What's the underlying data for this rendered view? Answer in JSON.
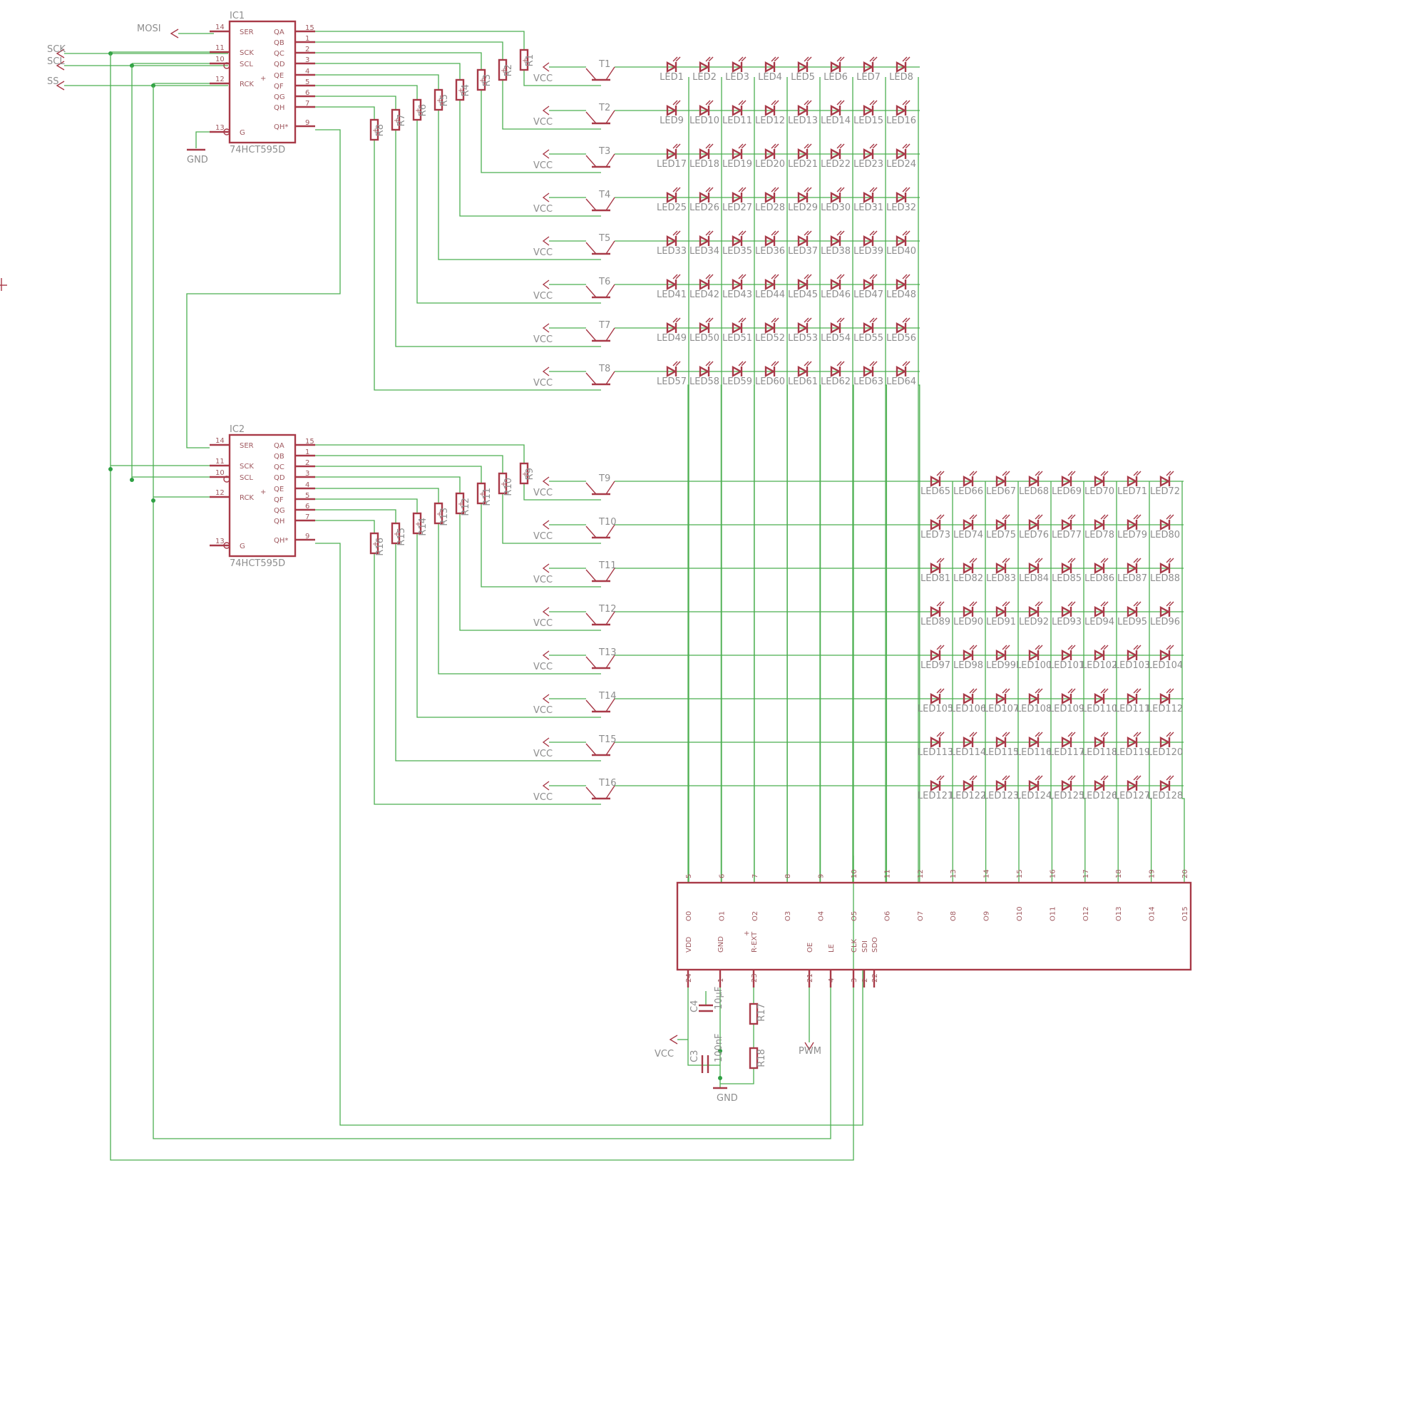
{
  "nets": {
    "mosi": "MOSI",
    "sck": "SCK",
    "scl": "SCL",
    "ss": "SS",
    "vcc": "VCC",
    "gnd": "GND",
    "pwm": "PWM"
  },
  "ic1": {
    "name": "IC1",
    "part": "74HCT595D"
  },
  "ic2": {
    "name": "IC2",
    "part": "74HCT595D"
  },
  "shift_register_pins": {
    "left": [
      {
        "num": "14",
        "name": "SER"
      },
      {
        "num": "11",
        "name": "SCK"
      },
      {
        "num": "10",
        "name": "SCL"
      },
      {
        "num": "12",
        "name": "RCK"
      },
      {
        "num": "13",
        "name": "G"
      }
    ],
    "right": [
      {
        "num": "15",
        "name": "QA"
      },
      {
        "num": "1",
        "name": "QB"
      },
      {
        "num": "2",
        "name": "QC"
      },
      {
        "num": "3",
        "name": "QD"
      },
      {
        "num": "4",
        "name": "QE"
      },
      {
        "num": "5",
        "name": "QF"
      },
      {
        "num": "6",
        "name": "QG"
      },
      {
        "num": "7",
        "name": "QH"
      },
      {
        "num": "9",
        "name": "QH*"
      }
    ]
  },
  "resistors_top": [
    "R1",
    "R2",
    "R3",
    "R4",
    "R5",
    "R6",
    "R7",
    "R8"
  ],
  "resistors_bottom": [
    "R9",
    "R10",
    "R11",
    "R12",
    "R13",
    "R14",
    "R15",
    "R16"
  ],
  "transistors_top": [
    "T1",
    "T2",
    "T3",
    "T4",
    "T5",
    "T6",
    "T7",
    "T8"
  ],
  "transistors_bottom": [
    "T9",
    "T10",
    "T11",
    "T12",
    "T13",
    "T14",
    "T15",
    "T16"
  ],
  "led_labels_top": [
    [
      "LED1",
      "LED2",
      "LED3",
      "LED4",
      "LED5",
      "LED6",
      "LED7",
      "LED8"
    ],
    [
      "LED9",
      "LED10",
      "LED11",
      "LED12",
      "LED13",
      "LED14",
      "LED15",
      "LED16"
    ],
    [
      "LED17",
      "LED18",
      "LED19",
      "LED20",
      "LED21",
      "LED22",
      "LED23",
      "LED24"
    ],
    [
      "LED25",
      "LED26",
      "LED27",
      "LED28",
      "LED29",
      "LED30",
      "LED31",
      "LED32"
    ],
    [
      "LED33",
      "LED34",
      "LED35",
      "LED36",
      "LED37",
      "LED38",
      "LED39",
      "LED40"
    ],
    [
      "LED41",
      "LED42",
      "LED43",
      "LED44",
      "LED45",
      "LED46",
      "LED47",
      "LED48"
    ],
    [
      "LED49",
      "LED50",
      "LED51",
      "LED52",
      "LED53",
      "LED54",
      "LED55",
      "LED56"
    ],
    [
      "LED57",
      "LED58",
      "LED59",
      "LED60",
      "LED61",
      "LED62",
      "LED63",
      "LED64"
    ]
  ],
  "led_labels_bottom": [
    [
      "LED65",
      "LED66",
      "LED67",
      "LED68",
      "LED69",
      "LED70",
      "LED71",
      "LED72"
    ],
    [
      "LED73",
      "LED74",
      "LED75",
      "LED76",
      "LED77",
      "LED78",
      "LED79",
      "LED80"
    ],
    [
      "LED81",
      "LED82",
      "LED83",
      "LED84",
      "LED85",
      "LED86",
      "LED87",
      "LED88"
    ],
    [
      "LED89",
      "LED90",
      "LED91",
      "LED92",
      "LED93",
      "LED94",
      "LED95",
      "LED96"
    ],
    [
      "LED97",
      "LED98",
      "LED99",
      "LED100",
      "LED101",
      "LED102",
      "LED103",
      "LED104"
    ],
    [
      "LED105",
      "LED106",
      "LED107",
      "LED108",
      "LED109",
      "LED110",
      "LED111",
      "LED112"
    ],
    [
      "LED113",
      "LED114",
      "LED115",
      "LED116",
      "LED117",
      "LED118",
      "LED119",
      "LED120"
    ],
    [
      "LED121",
      "LED122",
      "LED123",
      "LED124",
      "LED125",
      "LED126",
      "LED127",
      "LED128"
    ]
  ],
  "driver": {
    "outputs": [
      {
        "num": "5",
        "name": "O0"
      },
      {
        "num": "6",
        "name": "O1"
      },
      {
        "num": "7",
        "name": "O2"
      },
      {
        "num": "8",
        "name": "O3"
      },
      {
        "num": "9",
        "name": "O4"
      },
      {
        "num": "10",
        "name": "O5"
      },
      {
        "num": "11",
        "name": "O6"
      },
      {
        "num": "12",
        "name": "O7"
      },
      {
        "num": "13",
        "name": "O8"
      },
      {
        "num": "14",
        "name": "O9"
      },
      {
        "num": "15",
        "name": "O10"
      },
      {
        "num": "16",
        "name": "O11"
      },
      {
        "num": "17",
        "name": "O12"
      },
      {
        "num": "18",
        "name": "O13"
      },
      {
        "num": "19",
        "name": "O14"
      },
      {
        "num": "20",
        "name": "O15"
      }
    ],
    "bottom_pins": [
      {
        "num": "24",
        "name": "VDD"
      },
      {
        "num": "1",
        "name": "GND"
      },
      {
        "num": "23",
        "name": "R-EXT"
      },
      {
        "num": "21",
        "name": "OE"
      },
      {
        "num": "4",
        "name": "LE"
      },
      {
        "num": "3",
        "name": "CLK"
      },
      {
        "num": "2",
        "name": "SDI"
      },
      {
        "num": "22",
        "name": "SDO"
      }
    ]
  },
  "caps": [
    {
      "name": "C4",
      "value": "10µF"
    },
    {
      "name": "C3",
      "value": "100nF"
    }
  ],
  "res_driver": [
    "R17",
    "R18"
  ]
}
